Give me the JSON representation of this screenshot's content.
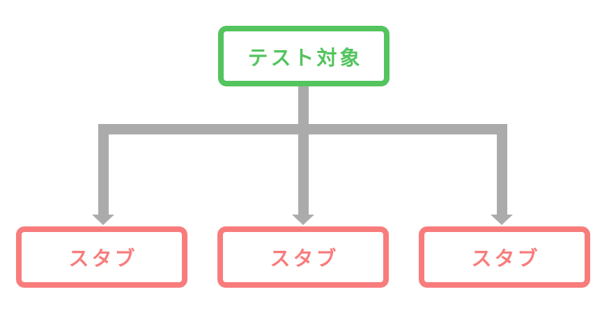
{
  "diagram": {
    "title": "test-target-stub-diagram",
    "root_node": {
      "label": "テスト対象",
      "border_color": "#53c45e",
      "text_color": "#53c45e",
      "fill_color": "#ffffff"
    },
    "child_nodes": [
      {
        "label": "スタブ",
        "border_color": "#f87c7c",
        "text_color": "#f87c7c",
        "fill_color": "#ffffff"
      },
      {
        "label": "スタブ",
        "border_color": "#f87c7c",
        "text_color": "#f87c7c",
        "fill_color": "#ffffff"
      },
      {
        "label": "スタブ",
        "border_color": "#f87c7c",
        "text_color": "#f87c7c",
        "fill_color": "#ffffff"
      }
    ],
    "connectors": {
      "color": "#ababab",
      "style": "right-angle tree with downward arrowheads",
      "count": 3
    },
    "background_color": "#ffffff"
  }
}
